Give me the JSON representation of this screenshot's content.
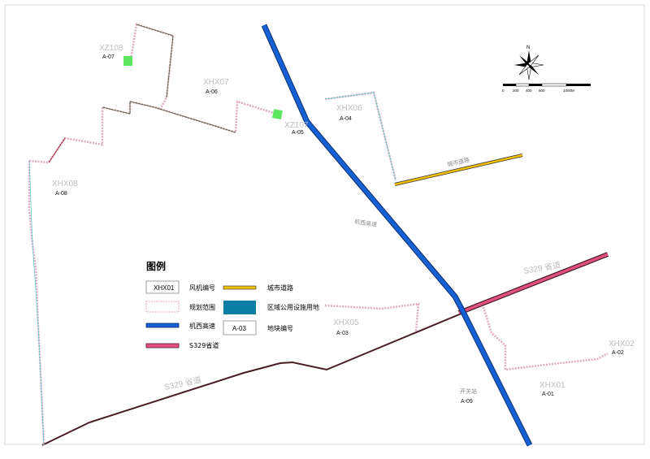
{
  "colors": {
    "expressway": "#1560d4",
    "expressway_edge": "#0b2f6a",
    "city_road": "#f0c000",
    "provincial_road": "#e05080",
    "site_area": "#e3a8c4",
    "public_land": "#0a7ea4",
    "plant_green": "#5ce65c",
    "route_dark": "#4a1c24"
  },
  "roads": {
    "expressway_label": "机西高速",
    "city_road_label": "城市道路",
    "s329_upper_label": "S329 省道",
    "s329_lower_label": "S329 省道",
    "switch_station_label": "开关站"
  },
  "sites": [
    {
      "code": "XZ108",
      "label": "A-07"
    },
    {
      "code": "XHX07",
      "label": "A-06"
    },
    {
      "code": "XZ107",
      "label": "A-05"
    },
    {
      "code": "XHX06",
      "label": "A-04"
    },
    {
      "code": "XHX08",
      "label": "A-08"
    },
    {
      "code": "XHX05",
      "label": "A-03"
    },
    {
      "code": "XHX02",
      "label": "A-02"
    },
    {
      "code": "XHX01",
      "label": "A-01"
    },
    {
      "code": "",
      "label": "A-09"
    }
  ],
  "legend": {
    "title": "图例",
    "items": [
      {
        "swatch_text": "XHX01",
        "label": "风机编号",
        "icon": "turbine-id-box"
      },
      {
        "swatch_text": "",
        "label": "规划范围",
        "icon": "planning-range-dashed"
      },
      {
        "swatch_text": "",
        "label": "机西高速",
        "icon": "expressway-line"
      },
      {
        "swatch_text": "",
        "label": "S329省道",
        "icon": "provincial-road-line"
      },
      {
        "swatch_text": "",
        "label": "城市道路",
        "icon": "city-road-line"
      },
      {
        "swatch_text": "",
        "label": "区域公用设施用地",
        "icon": "public-land-fill"
      },
      {
        "swatch_text": "A-03",
        "label": "地块编号",
        "icon": "parcel-id-box"
      }
    ]
  },
  "compass": {
    "north_label": "N",
    "icon": "north-arrow-icon"
  },
  "scale_bar": {
    "ticks": [
      "0",
      "200",
      "400",
      "600",
      "1000M"
    ]
  }
}
